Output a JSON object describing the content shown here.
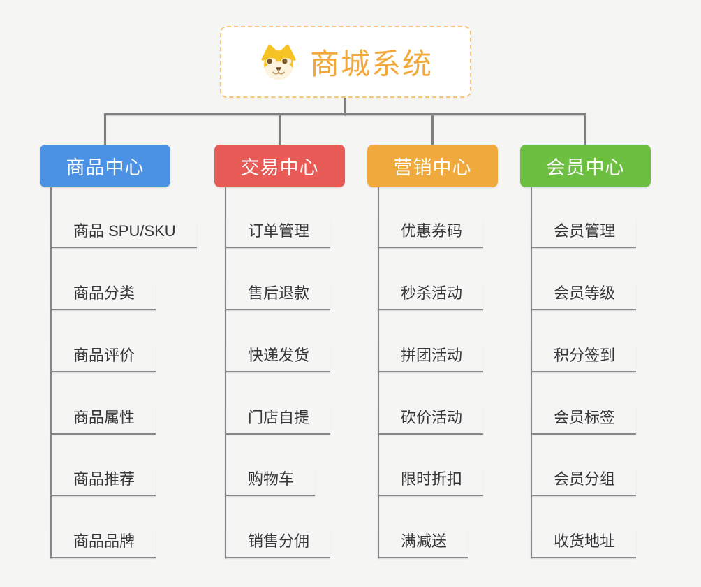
{
  "root": {
    "title": "商城系统",
    "icon": "dog-face-icon",
    "title_color": "#f2a93c",
    "border_color": "#f6c67d"
  },
  "branches": [
    {
      "label": "商品中心",
      "color": "#4b92e5",
      "children": [
        "商品 SPU/SKU",
        "商品分类",
        "商品评价",
        "商品属性",
        "商品推荐",
        "商品品牌"
      ]
    },
    {
      "label": "交易中心",
      "color": "#e85a55",
      "children": [
        "订单管理",
        "售后退款",
        "快递发货",
        "门店自提",
        "购物车",
        "销售分佣"
      ]
    },
    {
      "label": "营销中心",
      "color": "#efa93c",
      "children": [
        "优惠券码",
        "秒杀活动",
        "拼团活动",
        "砍价活动",
        "限时折扣",
        "满减送"
      ]
    },
    {
      "label": "会员中心",
      "color": "#6dbf42",
      "children": [
        "会员管理",
        "会员等级",
        "积分签到",
        "会员标签",
        "会员分组",
        "收货地址"
      ]
    }
  ],
  "style": {
    "connector_color": "#7f7f7f",
    "leaf_line_color": "#85858a",
    "leaf_text_color": "#36363b",
    "background": "#f5f5f3"
  }
}
